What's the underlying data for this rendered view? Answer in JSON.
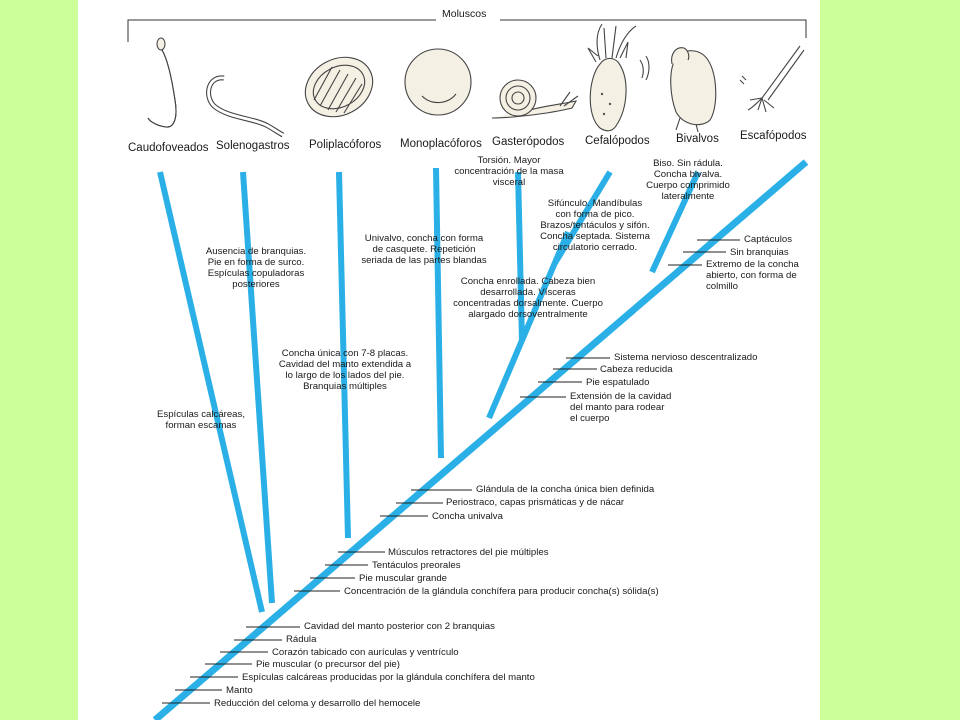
{
  "header": {
    "title": "Moluscos"
  },
  "taxa": [
    "Caudofoveados",
    "Solenogastros",
    "Poliplacóforos",
    "Monoplacóforos",
    "Gasterópodos",
    "Cefalópodos",
    "Bivalvos",
    "Escafópodos"
  ],
  "trunk_traits": [
    "Sistema nervioso descentralizado",
    "Cabeza reducida",
    "Pie espatulado",
    "Extensión de la cavidad",
    "del manto para rodear",
    "el cuerpo",
    "Glándula de la concha única bien definida",
    "Periostraco, capas prismáticas y de nácar",
    "Concha univalva",
    "Músculos retractores del pie múltiples",
    "Tentáculos preorales",
    "Pie muscular grande",
    "Concentración de la glándula conchífera para producir concha(s) sólida(s)",
    "Cavidad del manto posterior con 2 branquias",
    "Rádula",
    "Corazón tabicado con aurículas y ventrículo",
    "Pie muscular (o precursor del pie)",
    "Espículas calcáreas producidas por la glándula conchífera del manto",
    "Manto",
    "Reducción del celoma y desarrollo del hemocele"
  ],
  "scapho_traits": [
    "Captáculos",
    "Sin branquias",
    "Extremo de la concha",
    "abierto, con forma de",
    "colmillo"
  ],
  "branch_notes": {
    "caudo": [
      "Espículas calcáreas,",
      "forman escamas"
    ],
    "soleno": [
      "Ausencia de branquias.",
      "Pie en forma de surco.",
      "Espículas copuladoras",
      "posteriores"
    ],
    "poli": [
      "Concha única con 7-8 placas.",
      "Cavidad del manto extendida a",
      "lo largo de los lados del pie.",
      "Branquias múltiples"
    ],
    "mono": [
      "Univalvo, concha con forma",
      "de casquete. Repetición",
      "seriada de las partes blandas"
    ],
    "gastro_cefa": [
      "Concha enrollada. Cabeza bien",
      "desarrollada. Vísceras",
      "concentradas dorsalmente. Cuerpo",
      "alargado dorsoventralmente"
    ],
    "gastro": [
      "Torsión. Mayor",
      "concentración de la masa",
      "visceral"
    ],
    "cefa": [
      "Sifúnculo. Mandíbulas",
      "con forma de pico.",
      "Brazos/tentáculos y sifón.",
      "Concha septada. Sistema",
      "circulatorio cerrado."
    ],
    "biva": [
      "Biso. Sin rádula.",
      "Concha bivalva.",
      "Cuerpo comprimido",
      "lateralmente"
    ]
  },
  "colors": {
    "background": "#ccff99",
    "panel": "#ffffff",
    "branch": "#2ab0e6",
    "text": "#1a1a1a"
  }
}
